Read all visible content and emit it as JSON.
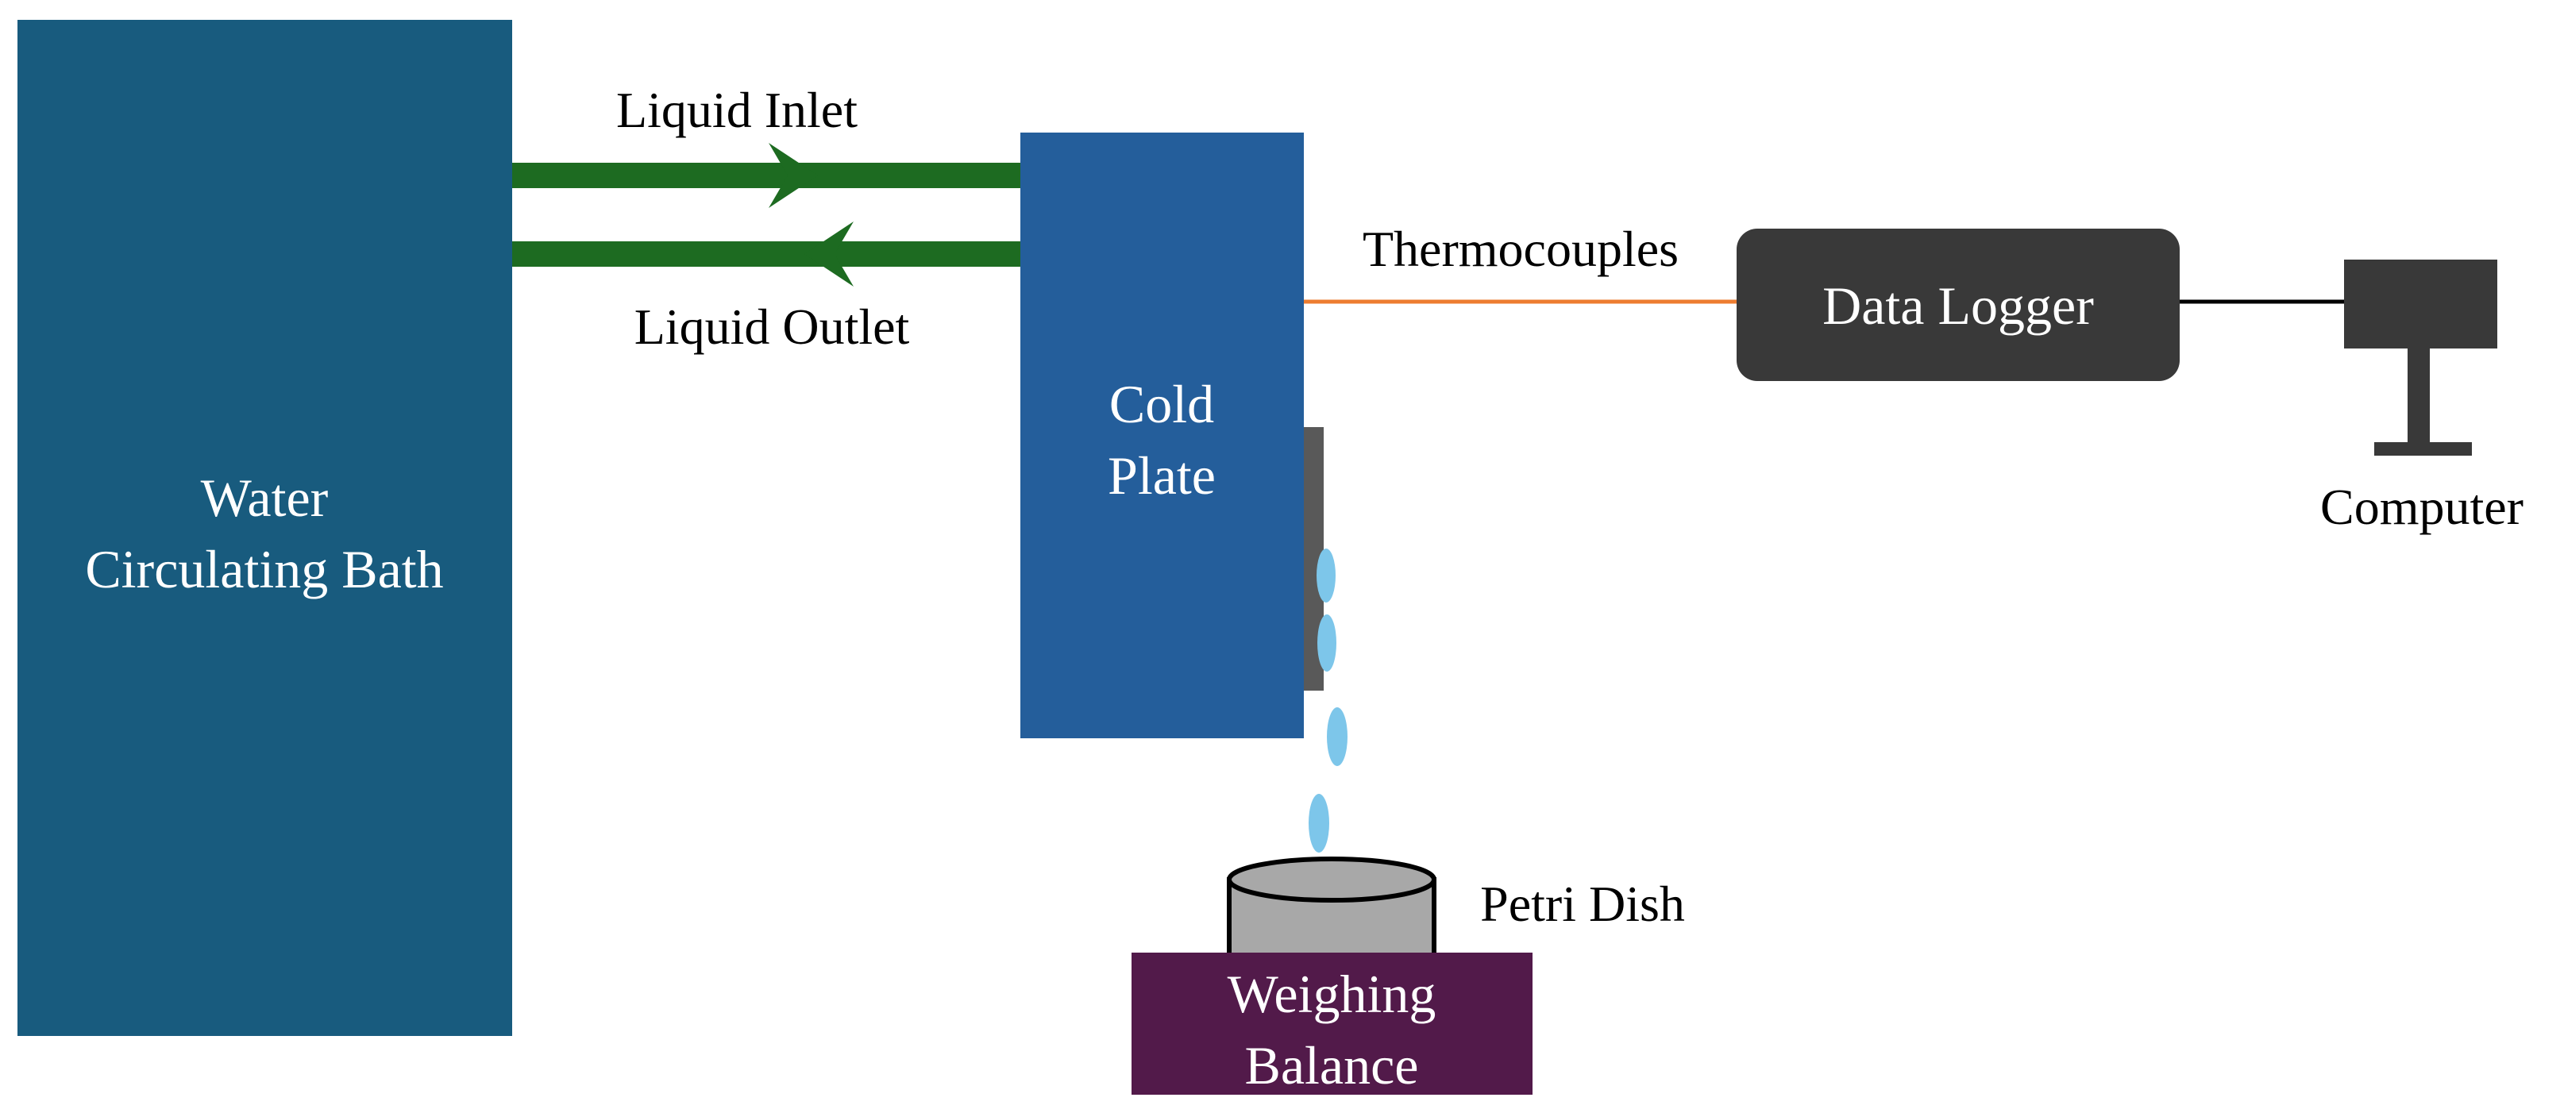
{
  "water_bath": {
    "line1": "Water",
    "line2": "Circulating Bath"
  },
  "pipes": {
    "inlet_label": "Liquid Inlet",
    "outlet_label": "Liquid Outlet"
  },
  "cold_plate": {
    "line1": "Cold",
    "line2": "Plate"
  },
  "thermocouples_label": "Thermocouples",
  "data_logger_label": "Data Logger",
  "computer_label": "Computer",
  "petri_dish_label": "Petri Dish",
  "weighing_balance": {
    "line1": "Weighing",
    "line2": "Balance"
  },
  "colors": {
    "water_bath": "#185b7e",
    "cold_plate": "#245e9b",
    "pipe": "#1d6b21",
    "thermocouple_wire": "#ed7d31",
    "data_logger": "#393939",
    "computer": "#393939",
    "droplet": "#7dc6ea",
    "petri_dish": "#a8a8a8",
    "weighing_balance": "#521a4a",
    "sample_strip": "#595959"
  }
}
